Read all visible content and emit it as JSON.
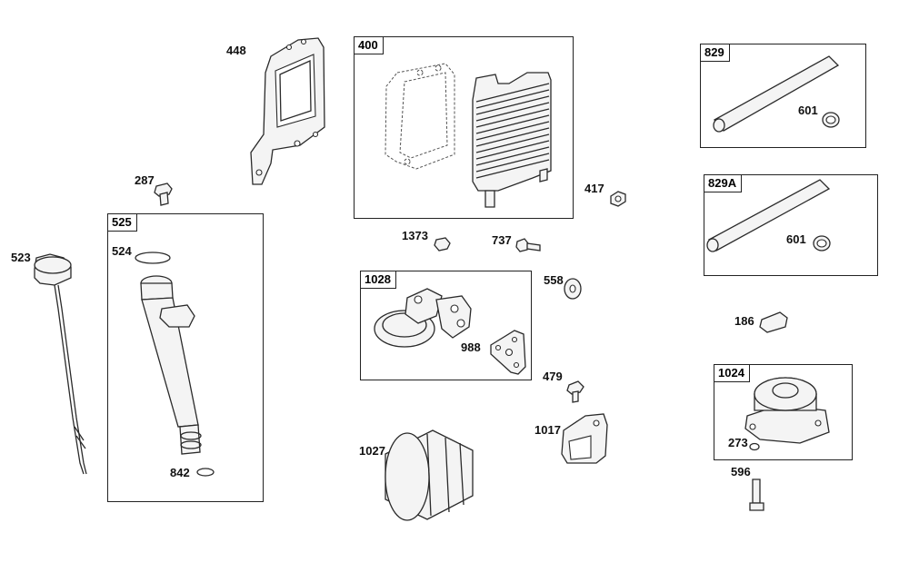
{
  "diagram": {
    "groups": {
      "g400": "400",
      "g525": "525",
      "g829": "829",
      "g829a": "829A",
      "g1028": "1028",
      "g1024": "1024"
    },
    "callouts": {
      "c448": "448",
      "c287": "287",
      "c523": "523",
      "c524": "524",
      "c842": "842",
      "c417": "417",
      "c1373": "1373",
      "c737": "737",
      "c558": "558",
      "c988": "988",
      "c479": "479",
      "c1017": "1017",
      "c1027": "1027",
      "c601a": "601",
      "c601b": "601",
      "c186": "186",
      "c273": "273",
      "c596": "596"
    }
  }
}
